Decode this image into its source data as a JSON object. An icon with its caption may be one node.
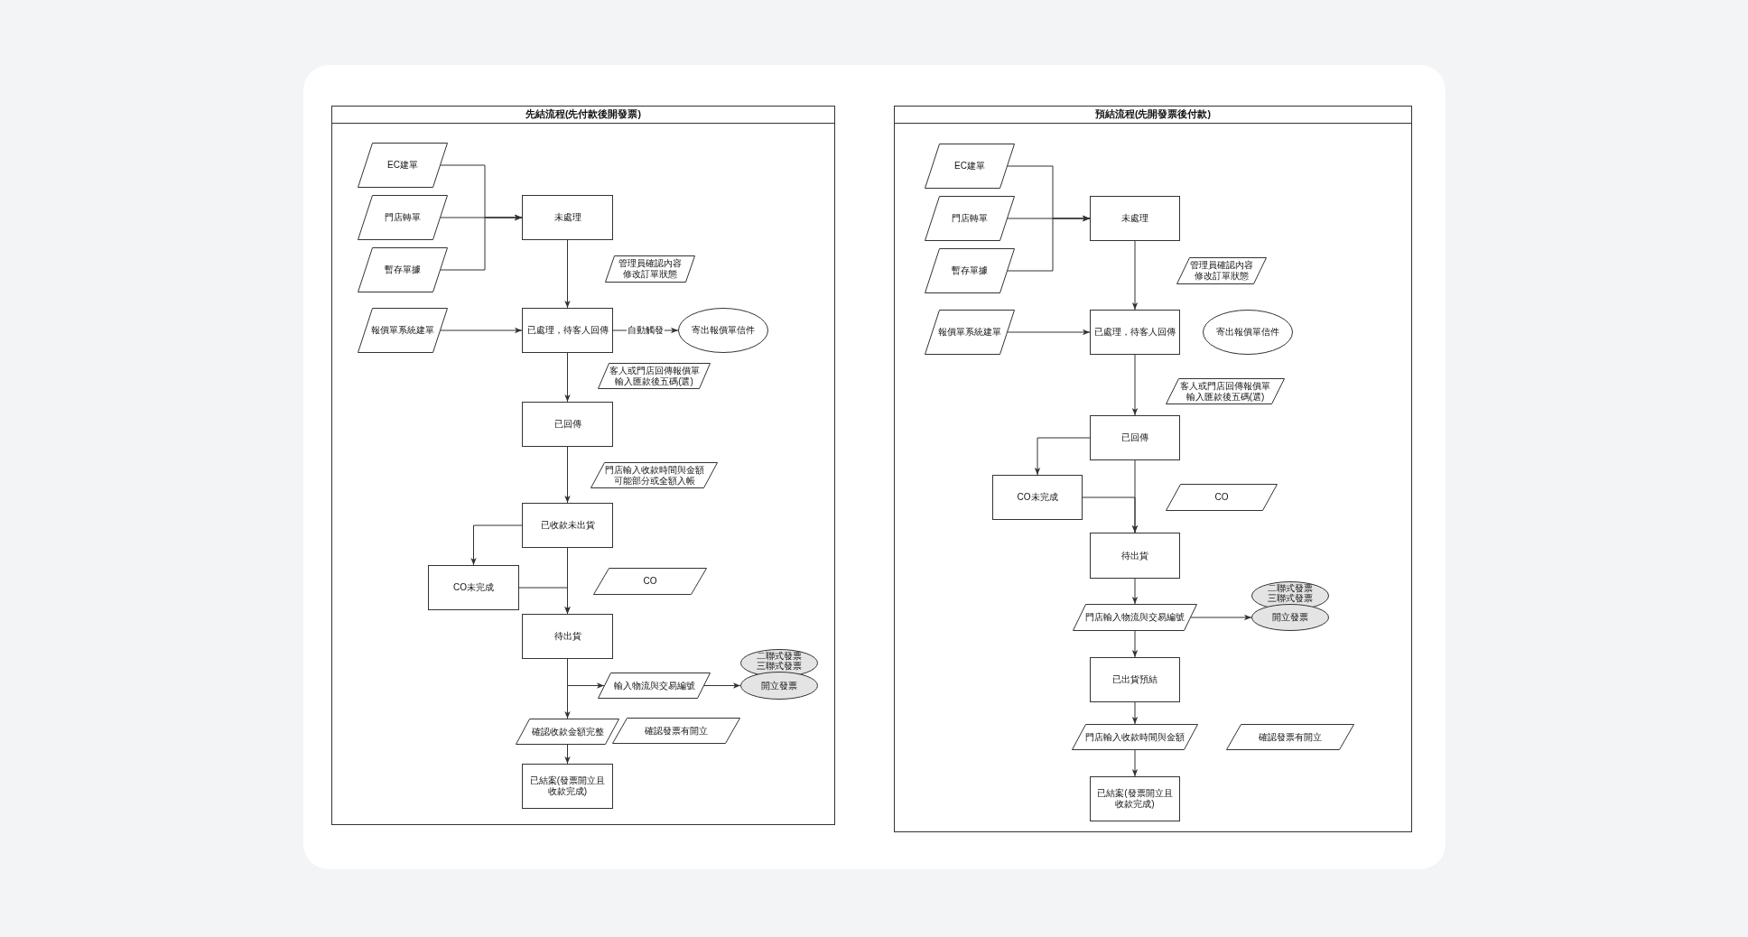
{
  "diagram": {
    "nodes": [
      {
        "text": [
          "先結流程(先付款後開發票)"
        ]
      },
      {
        "text": [
          "EC建單"
        ],
        "in": 0
      },
      {
        "text": [
          "門店轉單"
        ],
        "in": 0
      },
      {
        "text": [
          "暫存單據"
        ],
        "in": 0
      },
      {
        "text": [
          "報價單系統建單"
        ],
        "in": 0
      },
      {
        "text": [
          "未處理"
        ],
        "in": 0
      },
      {
        "text": [
          "管理員確認內容修改訂單狀態"
        ],
        "in": 0
      },
      {
        "text": [
          "已處理，待客人回傳"
        ],
        "in": 0
      },
      {
        "text": [
          "寄出報價單信件"
        ],
        "in": 0
      },
      {
        "text": [
          "客人或門店回傳報價單輸入匯款後五碼(選)"
        ],
        "in": 0
      },
      {
        "text": [
          "已回傳"
        ],
        "in": 0
      },
      {
        "text": [
          "門店輸入收款時間與金額可能部分或全額入帳"
        ],
        "in": 0
      },
      {
        "text": [
          "已收款未出貨"
        ],
        "in": 0
      },
      {
        "text": [
          "CO未完成"
        ],
        "in": 0
      },
      {
        "text": [
          "CO"
        ],
        "in": 0
      },
      {
        "text": [
          "待出貨"
        ],
        "in": 0
      },
      {
        "text": [
          "輸入物流與交易編號"
        ],
        "in": 0
      },
      {
        "text": [
          "二聯式發票三聯式發票"
        ],
        "in": 0
      },
      {
        "text": [
          "開立發票"
        ],
        "in": 0
      },
      {
        "text": [
          "確認收款金額完整"
        ],
        "in": 0
      },
      {
        "text": [
          "確認發票有開立"
        ],
        "in": 0
      },
      {
        "text": [
          "已結案(發票開立且收款完成)"
        ],
        "in": 0
      },
      {
        "text": [
          "預結流程(先開發票後付款)"
        ]
      },
      {
        "text": [
          "EC建單"
        ],
        "in": 22
      },
      {
        "text": [
          "門店轉單"
        ],
        "in": 22
      },
      {
        "text": [
          "暫存單據"
        ],
        "in": 22
      },
      {
        "text": [
          "報價單系統建單"
        ],
        "in": 22
      },
      {
        "text": [
          "未處理"
        ],
        "in": 22
      },
      {
        "text": [
          "管理員確認內容修改訂單狀態"
        ],
        "in": 22
      },
      {
        "text": [
          "已處理，待客人回傳"
        ],
        "in": 22
      },
      {
        "text": [
          "寄出報價單信件"
        ],
        "in": 22
      },
      {
        "text": [
          "客人或門店回傳報價單輸入匯款後五碼(選)"
        ],
        "in": 22
      },
      {
        "text": [
          "已回傳"
        ],
        "in": 22
      },
      {
        "text": [
          "CO未完成"
        ],
        "in": 22
      },
      {
        "text": [
          "CO"
        ],
        "in": 22
      },
      {
        "text": [
          "待出貨"
        ],
        "in": 22
      },
      {
        "text": [
          "門店輸入物流與交易編號"
        ],
        "in": 22
      },
      {
        "text": [
          "二聯式發票三聯式發票"
        ],
        "in": 22
      },
      {
        "text": [
          "開立發票"
        ],
        "in": 22
      },
      {
        "text": [
          "已出貨預結"
        ],
        "in": 22
      },
      {
        "text": [
          "門店輸入收款時間與金額"
        ],
        "in": 22
      },
      {
        "text": [
          "確認發票有開立"
        ],
        "in": 22
      },
      {
        "text": [
          "已結案(發票開立且收款完成)"
        ],
        "in": 22
      }
    ],
    "edges": [
      {
        "from": 1,
        "to": 5,
        "arrow": "to"
      },
      {
        "from": 2,
        "to": 5,
        "arrow": "to"
      },
      {
        "from": 3,
        "to": 5,
        "arrow": "to"
      },
      {
        "from": 5,
        "to": 7,
        "arrow": "to"
      },
      {
        "from": 4,
        "to": 7,
        "arrow": "to"
      },
      {
        "from": 7,
        "to": 8,
        "arrow": "to",
        "label": "自動觸發"
      },
      {
        "from": 7,
        "to": 10,
        "arrow": "to"
      },
      {
        "from": 10,
        "to": 12,
        "arrow": "to"
      },
      {
        "from": 12,
        "to": 13,
        "arrow": "to"
      },
      {
        "from": 12,
        "to": 15,
        "arrow": "to"
      },
      {
        "from": 13,
        "to": 15,
        "arrow": "to"
      },
      {
        "from": 15,
        "to": 16,
        "arrow": "to"
      },
      {
        "from": 15,
        "to": 19,
        "arrow": "to"
      },
      {
        "from": 16,
        "to": 18,
        "arrow": "to"
      },
      {
        "from": 19,
        "to": 21,
        "arrow": "to"
      },
      {
        "from": 23,
        "to": 27,
        "arrow": "to"
      },
      {
        "from": 24,
        "to": 27,
        "arrow": "to"
      },
      {
        "from": 25,
        "to": 27,
        "arrow": "to"
      },
      {
        "from": 27,
        "to": 29,
        "arrow": "to"
      },
      {
        "from": 26,
        "to": 29,
        "arrow": "to"
      },
      {
        "from": 29,
        "to": 32,
        "arrow": "to"
      },
      {
        "from": 32,
        "to": 33,
        "arrow": "to"
      },
      {
        "from": 32,
        "to": 35,
        "arrow": "to"
      },
      {
        "from": 33,
        "to": 35,
        "arrow": "to"
      },
      {
        "from": 35,
        "to": 36,
        "arrow": "to"
      },
      {
        "from": 36,
        "to": 38,
        "arrow": "to"
      },
      {
        "from": 36,
        "to": 39,
        "arrow": "to"
      },
      {
        "from": 39,
        "to": 40,
        "arrow": "to"
      },
      {
        "from": 40,
        "to": 42,
        "arrow": "to"
      }
    ]
  }
}
